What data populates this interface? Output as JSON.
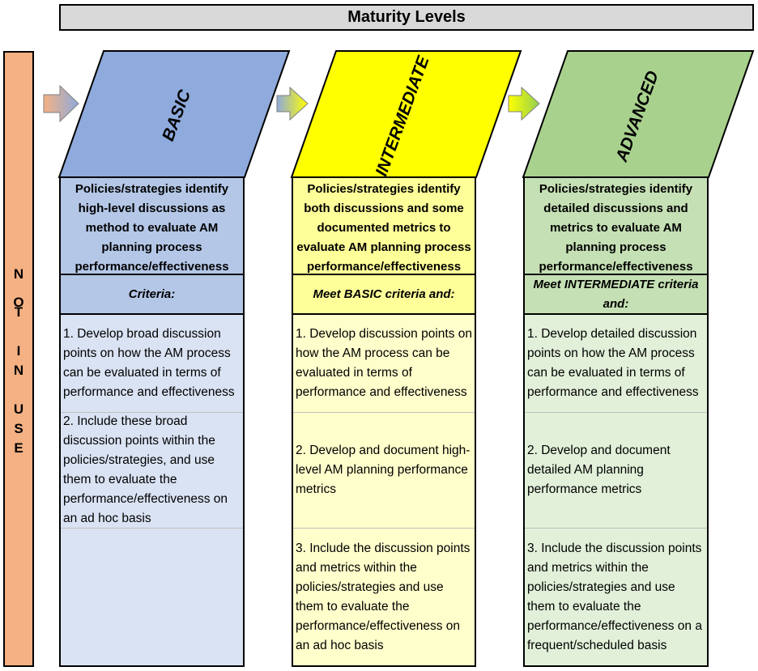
{
  "title": "Maturity Levels",
  "side_label": [
    "N",
    "O",
    "T",
    "",
    "I",
    "N",
    "",
    "U",
    "S",
    "E"
  ],
  "colors": {
    "basic_header": "#8faadc",
    "basic_summary": "#b4c7e7",
    "basic_body": "#dae3f3",
    "intermediate_header": "#ffff00",
    "intermediate_summary": "#ffff99",
    "intermediate_body": "#ffffcc",
    "advanced_header": "#a9d18e",
    "advanced_summary": "#c5e0b4",
    "advanced_body": "#e2f0d9",
    "side_bar": "#f4b183",
    "title_bar": "#d9d9d9"
  },
  "levels": [
    {
      "name": "BASIC",
      "summary": "Policies/strategies identify high-level discussions as method to evaluate AM planning process performance/effectiveness",
      "criteria": "Criteria:",
      "items": [
        "1. Develop broad discussion points on how the AM process can be evaluated in terms of performance and effectiveness",
        "2. Include these broad discussion points within the policies/strategies, and use them to evaluate the performance/effectiveness on an ad hoc basis",
        ""
      ]
    },
    {
      "name": "INTERMEDIATE",
      "summary": "Policies/strategies identify both discussions and some documented metrics to evaluate AM planning process performance/effectiveness",
      "criteria": "Meet BASIC criteria and:",
      "items": [
        "1. Develop discussion points on how the AM process can be evaluated in terms of performance and effectiveness",
        "2. Develop and document high-level AM planning performance metrics",
        "3. Include the discussion points and metrics within the policies/strategies and use them to evaluate the performance/effectiveness on an ad hoc basis"
      ]
    },
    {
      "name": "ADVANCED",
      "summary": "Policies/strategies identify detailed discussions and metrics to evaluate AM planning process performance/effectiveness",
      "criteria": "Meet INTERMEDIATE criteria and:",
      "items": [
        "1. Develop detailed discussion points on how the AM process can be evaluated in terms of performance and effectiveness",
        "2. Develop and document detailed AM planning performance metrics",
        "3. Include the discussion points and metrics within the policies/strategies and use them to evaluate the performance/effectiveness on a frequent/scheduled basis"
      ]
    }
  ]
}
